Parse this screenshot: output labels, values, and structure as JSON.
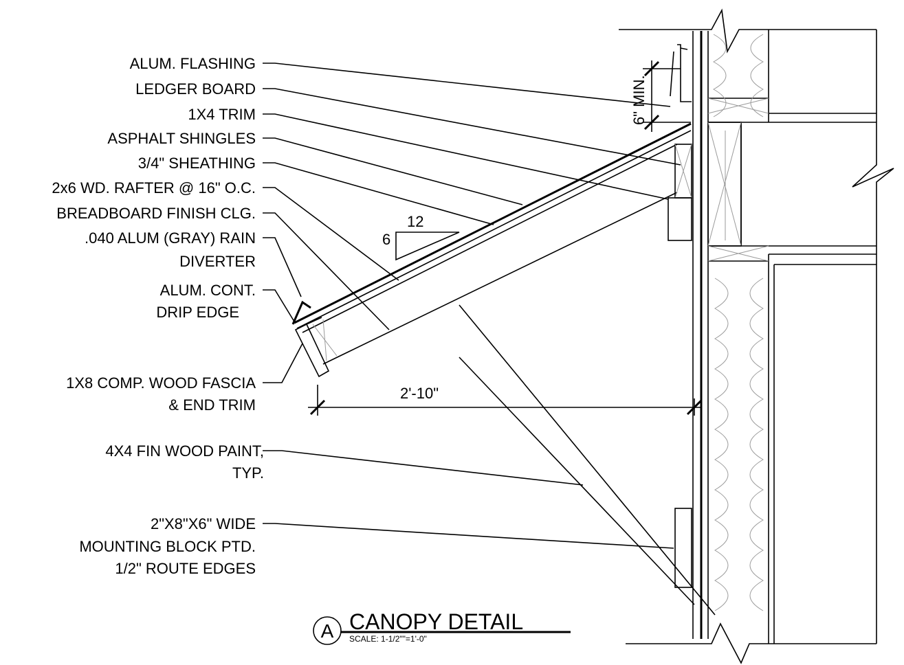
{
  "callouts": {
    "flashing": "ALUM. FLASHING",
    "ledger": "LEDGER BOARD",
    "trim": "1X4 TRIM",
    "shingles": "ASPHALT SHINGLES",
    "sheathing": "3/4\" SHEATHING",
    "rafter": "2x6 WD. RAFTER @ 16\" O.C.",
    "breadboard": "BREADBOARD FINISH CLG.",
    "diverter_1": ".040 ALUM (GRAY) RAIN",
    "diverter_2": "DIVERTER",
    "drip_1": "ALUM. CONT.",
    "drip_2": "DRIP EDGE",
    "fascia_1": "1X8 COMP. WOOD FASCIA",
    "fascia_2": "& END TRIM",
    "post_1": "4X4 FIN WOOD PAINT,",
    "post_2": "TYP.",
    "block_1": "2\"X8\"X6\" WIDE",
    "block_2": "MOUNTING BLOCK PTD.",
    "block_3": "1/2\" ROUTE EDGES"
  },
  "dimensions": {
    "overhang": "2'-10\"",
    "min_height": "6\" MIN.",
    "slope_run": "12",
    "slope_rise": "6"
  },
  "title": {
    "marker": "A",
    "name": "CANOPY DETAIL",
    "scale": "SCALE: 1-1/2\"\"=1'-0\""
  }
}
